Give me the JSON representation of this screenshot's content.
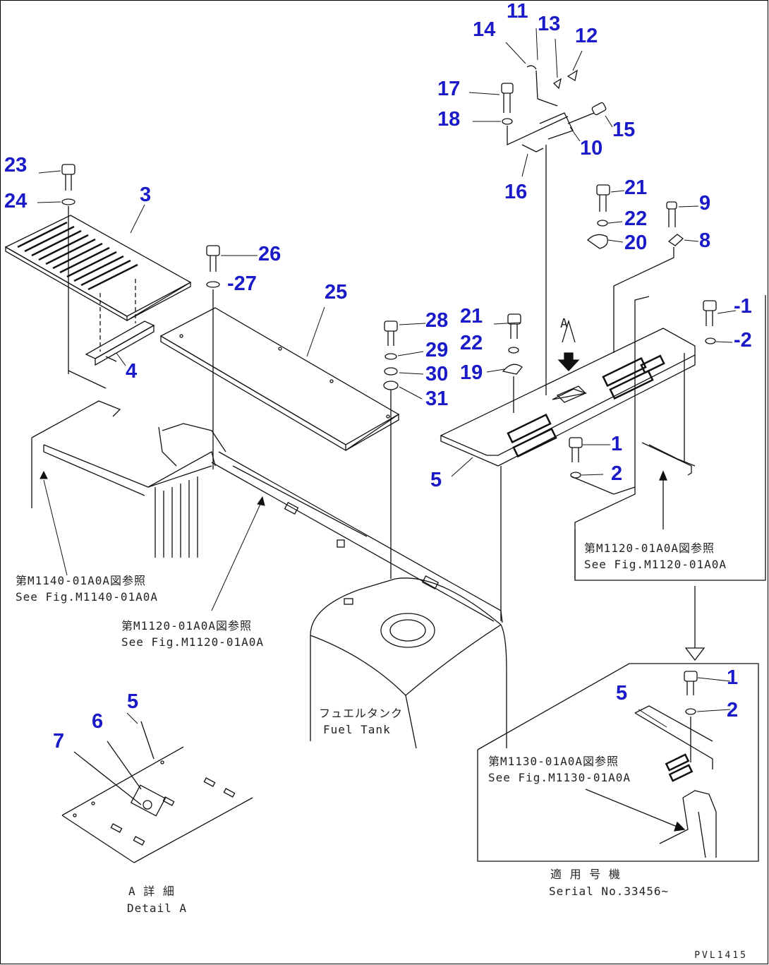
{
  "callouts": [
    {
      "id": "c11",
      "text": "11"
    },
    {
      "id": "c14",
      "text": "14"
    },
    {
      "id": "c13",
      "text": "13"
    },
    {
      "id": "c12",
      "text": "12"
    },
    {
      "id": "c17",
      "text": "17"
    },
    {
      "id": "c18",
      "text": "18"
    },
    {
      "id": "c15",
      "text": "15"
    },
    {
      "id": "c10",
      "text": "10"
    },
    {
      "id": "c16",
      "text": "16"
    },
    {
      "id": "c21a",
      "text": "21"
    },
    {
      "id": "c22a",
      "text": "22"
    },
    {
      "id": "c20",
      "text": "20"
    },
    {
      "id": "c9",
      "text": "9"
    },
    {
      "id": "c8",
      "text": "8"
    },
    {
      "id": "c23",
      "text": "23"
    },
    {
      "id": "c24",
      "text": "24"
    },
    {
      "id": "c3",
      "text": "3"
    },
    {
      "id": "c4",
      "text": "4"
    },
    {
      "id": "c26",
      "text": "26"
    },
    {
      "id": "c27",
      "text": "-27"
    },
    {
      "id": "c25",
      "text": "25"
    },
    {
      "id": "c28",
      "text": "28"
    },
    {
      "id": "c29",
      "text": "29"
    },
    {
      "id": "c30",
      "text": "30"
    },
    {
      "id": "c31",
      "text": "31"
    },
    {
      "id": "c21b",
      "text": "21"
    },
    {
      "id": "c22b",
      "text": "22"
    },
    {
      "id": "c19",
      "text": "19"
    },
    {
      "id": "c1a",
      "text": "-1"
    },
    {
      "id": "c2a",
      "text": "-2"
    },
    {
      "id": "c1b",
      "text": "1"
    },
    {
      "id": "c2b",
      "text": "2"
    },
    {
      "id": "c5a",
      "text": "5"
    },
    {
      "id": "c1c",
      "text": "1"
    },
    {
      "id": "c2c",
      "text": "2"
    },
    {
      "id": "c5b",
      "text": "5"
    },
    {
      "id": "c5c",
      "text": "5"
    },
    {
      "id": "c6",
      "text": "6"
    },
    {
      "id": "c7",
      "text": "7"
    }
  ],
  "references": {
    "m1140_jp": "第M1140-01A0A図参照",
    "m1140_en": "See Fig.M1140-01A0A",
    "m1120_left_jp": "第M1120-01A0A図参照",
    "m1120_left_en": "See Fig.M1120-01A0A",
    "m1120_right_jp": "第M1120-01A0A図参照",
    "m1120_right_en": "See Fig.M1120-01A0A",
    "m1130_jp": "第M1130-01A0A図参照",
    "m1130_en": "See Fig.M1130-01A0A",
    "fuel_tank_jp": "フュエルタンク",
    "fuel_tank_en": "Fuel Tank",
    "detail_jp": "A 詳 細",
    "detail_en": "Detail A",
    "serial_jp": "適 用 号 機",
    "serial_en": "Serial No.33456~",
    "view_mark": "A"
  },
  "drawing_code": "PVL1415"
}
